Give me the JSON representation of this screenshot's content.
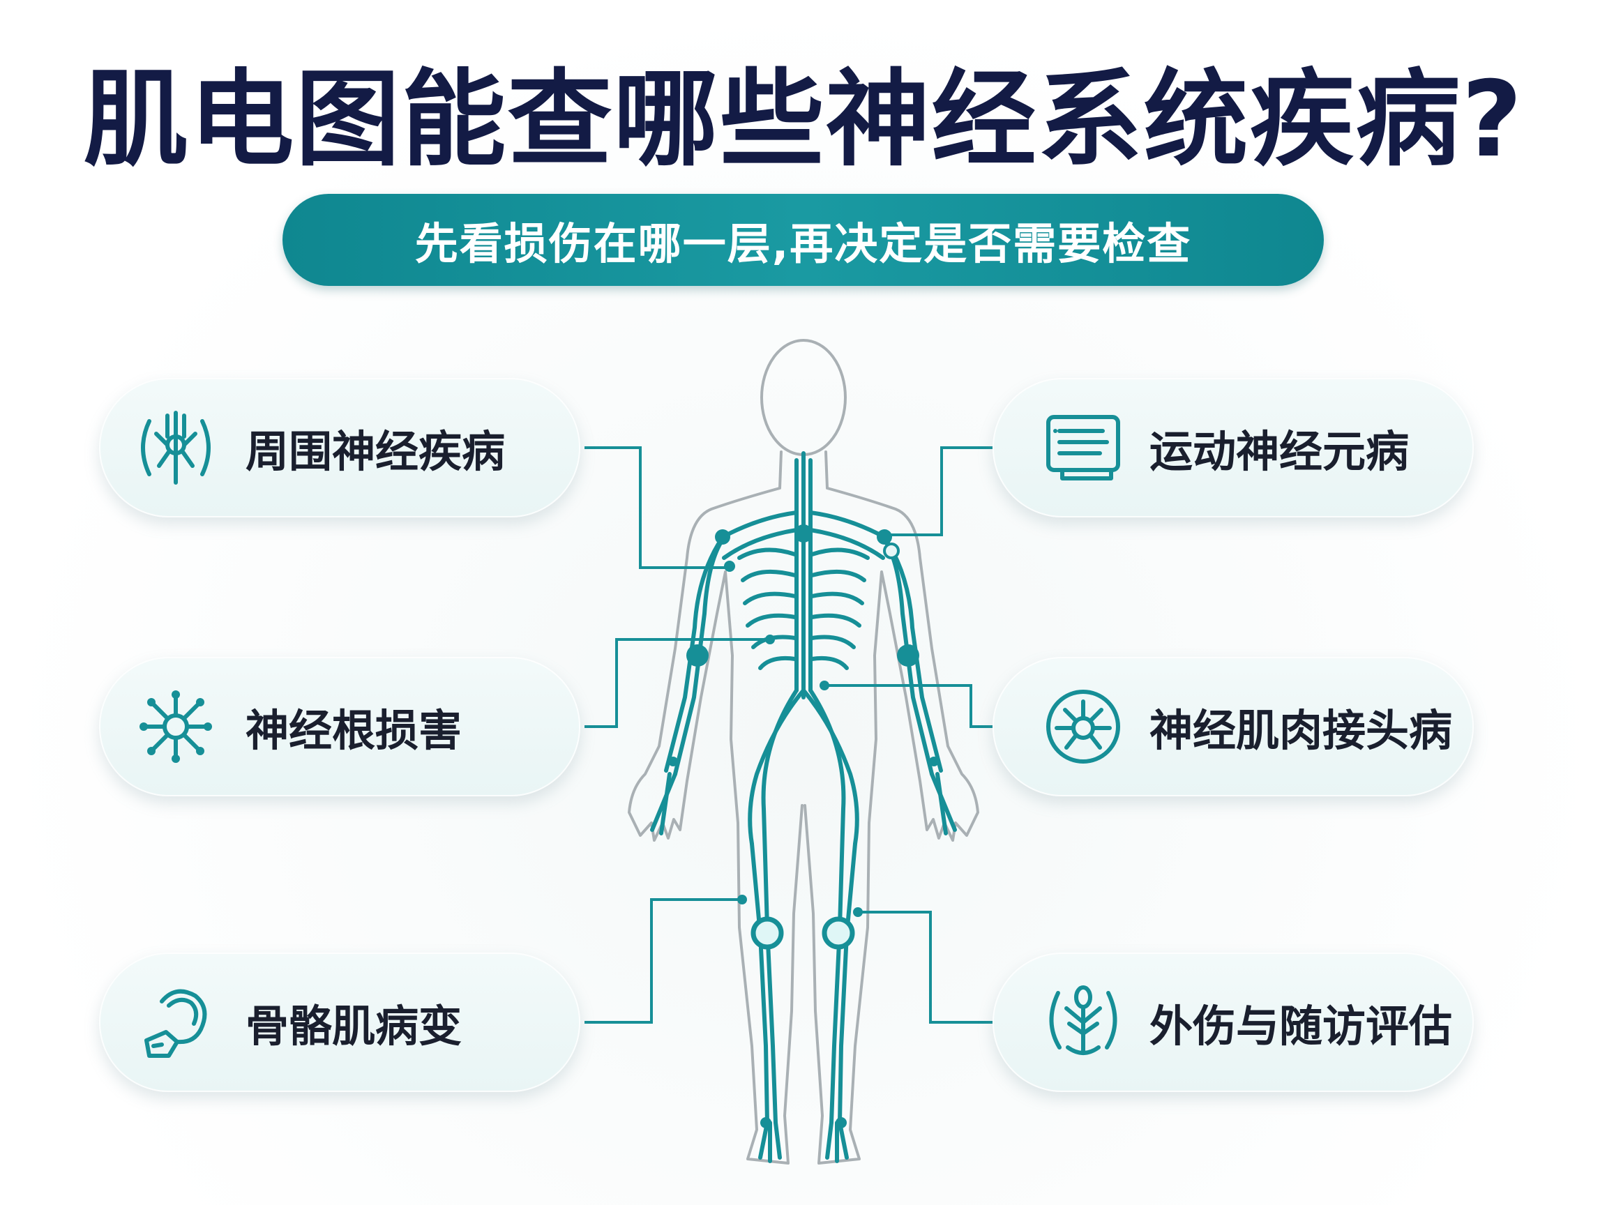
{
  "title": "肌电图能查哪些神经系统疾病?",
  "subtitle": "先看损伤在哪一层,再决定是否需要检查",
  "colors": {
    "title": "#131b45",
    "accent": "#0f8790",
    "nerve": "#168f97",
    "outline": "#a9b0b4",
    "card_text": "#1a1f2e"
  },
  "cards": [
    {
      "label": "周围神经疾病",
      "icon": "peripheral-nerve-icon"
    },
    {
      "label": "神经根损害",
      "icon": "nerve-root-network-icon"
    },
    {
      "label": "骨骼肌病变",
      "icon": "muscle-arm-icon"
    },
    {
      "label": "运动神经元病",
      "icon": "document-list-icon"
    },
    {
      "label": "神经肌肉接头病",
      "icon": "neuromuscular-junction-icon"
    },
    {
      "label": "外伤与随访评估",
      "icon": "injury-assessment-icon"
    }
  ]
}
